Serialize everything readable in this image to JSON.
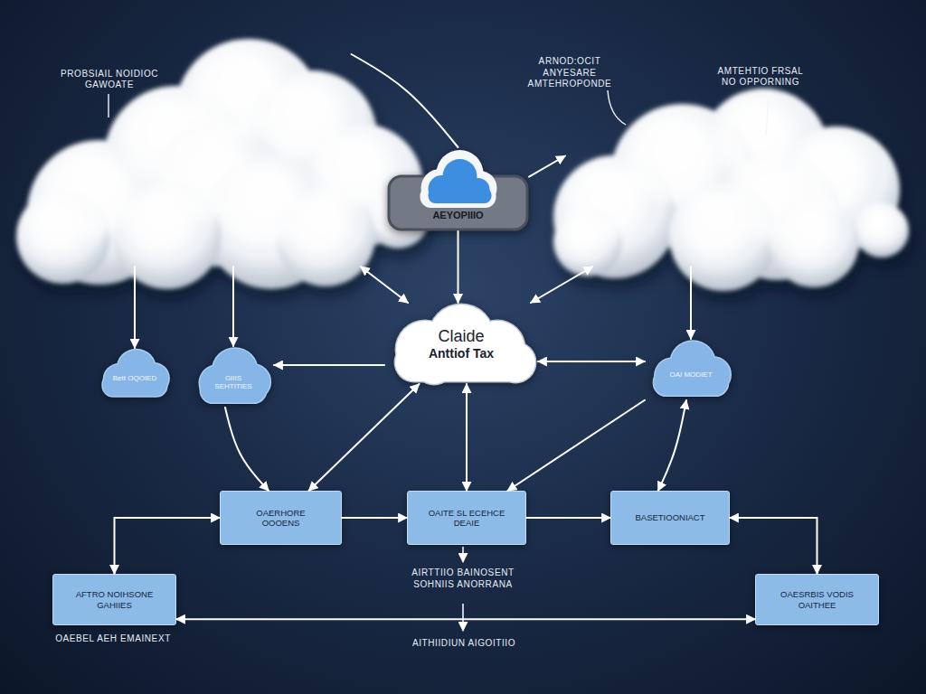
{
  "diagram": {
    "nodes": [
      {
        "text": [
          "PROBSIAIL NOIDIOC GAWOATE"
        ]
      },
      {
        "text": [
          "AEYOPIIIO"
        ]
      },
      {
        "text": [
          "AMTEHTIO FRSAL NO OPPORNING"
        ]
      },
      {
        "text": [
          "Claide",
          "Anttiof Tax"
        ]
      },
      {
        "text": [
          "Bett OQOIED"
        ]
      },
      {
        "text": [
          "GIIIS SEHTITIES"
        ]
      },
      {
        "text": [
          "OAI MODIET"
        ]
      },
      {
        "text": [
          "OAERHORE OOOENS"
        ]
      },
      {
        "text": [
          "OAITE SL ECEHCE DEAIE"
        ]
      },
      {
        "text": [
          "BASETIOONIACT"
        ]
      },
      {
        "text": [
          "AFTRO NOIHSONE GAHIIES"
        ]
      },
      {
        "text": [
          "OAESRBIS VODIS OAITHEE"
        ]
      }
    ],
    "edges": [
      {
        "from": 0,
        "to": 1,
        "arrow": "none"
      },
      {
        "from": 1,
        "to": 3,
        "arrow": "to"
      },
      {
        "from": 1,
        "to": 2,
        "arrow": "to"
      },
      {
        "from": 0,
        "to": 3,
        "arrow": "both"
      },
      {
        "from": 2,
        "to": 3,
        "arrow": "both"
      },
      {
        "from": 0,
        "to": 4,
        "arrow": "to"
      },
      {
        "from": 0,
        "to": 5,
        "arrow": "to"
      },
      {
        "from": 3,
        "to": 5,
        "arrow": "to"
      },
      {
        "from": 3,
        "to": 6,
        "arrow": "both"
      },
      {
        "from": 2,
        "to": 6,
        "arrow": "to"
      },
      {
        "from": 5,
        "to": 7,
        "arrow": "to"
      },
      {
        "from": 3,
        "to": 7,
        "arrow": "both"
      },
      {
        "from": 3,
        "to": 8,
        "arrow": "both"
      },
      {
        "from": 6,
        "to": 8,
        "arrow": "to"
      },
      {
        "from": 6,
        "to": 9,
        "arrow": "both"
      },
      {
        "from": 7,
        "to": 8,
        "arrow": "to"
      },
      {
        "from": 8,
        "to": 9,
        "arrow": "to"
      },
      {
        "from": 7,
        "to": 10,
        "arrow": "both"
      },
      {
        "from": 9,
        "to": 11,
        "arrow": "both"
      },
      {
        "from": 10,
        "to": 11,
        "arrow": "both"
      }
    ],
    "labels": [
      "ARNOD:OCIT ANYESARE AMTEHROPONDE",
      "AIRTTIIO BAINOSENT SOHNIIS ANORRANA",
      "OAEBEL AEH EMAINEXT",
      "AITHIIDIUN AIGOITIIO"
    ]
  }
}
